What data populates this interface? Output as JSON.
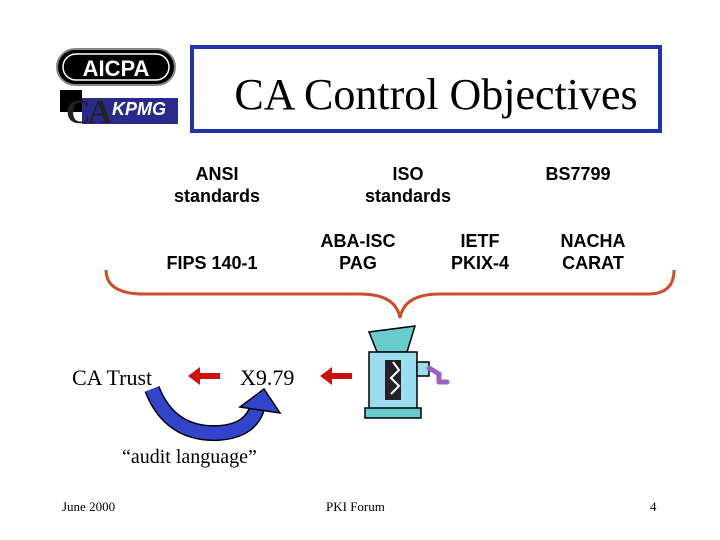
{
  "slide": {
    "title": "CA Control Objectives",
    "logos": {
      "aicpa": "AICPA",
      "ca": "CA",
      "kpmg": "KPMG"
    },
    "standards": {
      "ansi": "ANSI\nstandards",
      "iso": "ISO\nstandards",
      "bs7799": "BS7799",
      "fips": "FIPS 140-1",
      "aba": "ABA-ISC\nPAG",
      "ietf": "IETF\nPKIX-4",
      "nacha": "NACHA\nCARAT"
    },
    "flow": {
      "ca_trust": "CA Trust",
      "x979": "X9.79",
      "audit_language": "“audit language”"
    },
    "colors": {
      "title_border": "#2233aa",
      "brace": "#c8502a",
      "arrow": "#cc1111",
      "curved_arrow": "#3344cc"
    }
  },
  "footer": {
    "date": "June 2000",
    "center": "PKI Forum",
    "page": "4"
  }
}
